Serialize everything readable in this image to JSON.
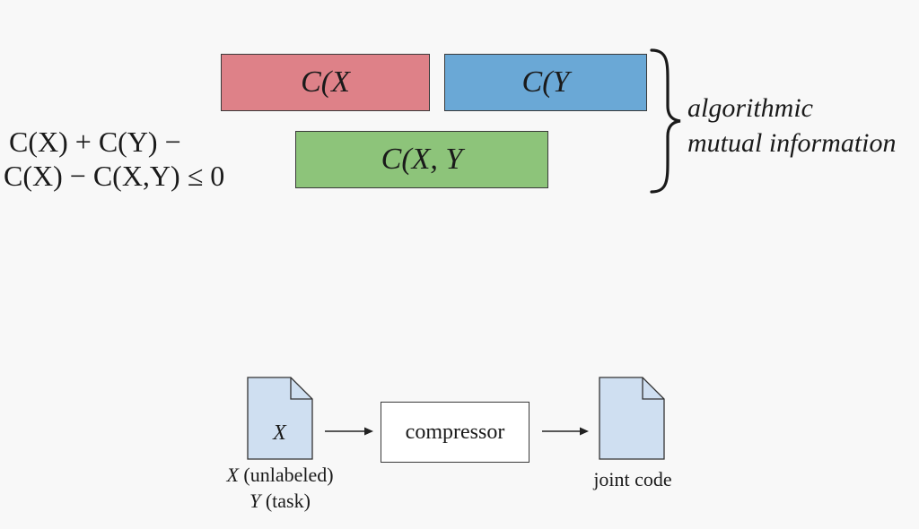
{
  "boxes": {
    "cx": {
      "label": "C(X",
      "color": "#de8188"
    },
    "cy": {
      "label": "C(Y",
      "color": "#6aa8d6"
    },
    "cxy": {
      "label": "C(X, Y",
      "color": "#8dc47a"
    }
  },
  "formula": {
    "line1": "C(X) + C(Y) −",
    "line2": "C(X) − C(X,Y) ≤ 0"
  },
  "brace_label": {
    "line1": "algorithmic",
    "line2": "mutual information"
  },
  "flow": {
    "input_file_label": "X",
    "compressor_label": "compressor",
    "input_caption_line1": "X (unlabeled)",
    "input_caption_line2": "Y (task)",
    "output_caption": "joint code",
    "file_fill": "#cfdff1"
  }
}
